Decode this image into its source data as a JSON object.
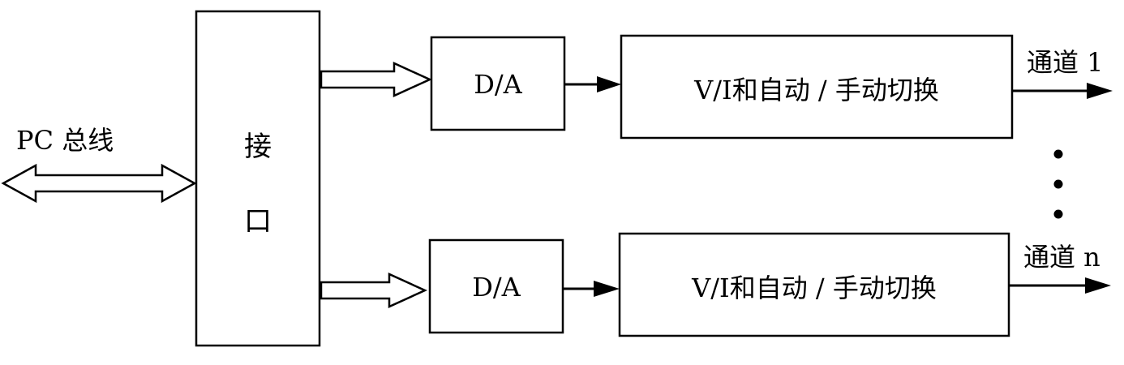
{
  "bus_label": "PC 总线",
  "interface": {
    "char1": "接",
    "char2": "口"
  },
  "channels": [
    {
      "converter_label": "D/A",
      "switch_label": "V/I和自动 / 手动切换",
      "output_label": "通道 1"
    },
    {
      "converter_label": "D/A",
      "switch_label": "V/I和自动 / 手动切换",
      "output_label": "通道 n"
    }
  ],
  "ellipsis": "⋮"
}
